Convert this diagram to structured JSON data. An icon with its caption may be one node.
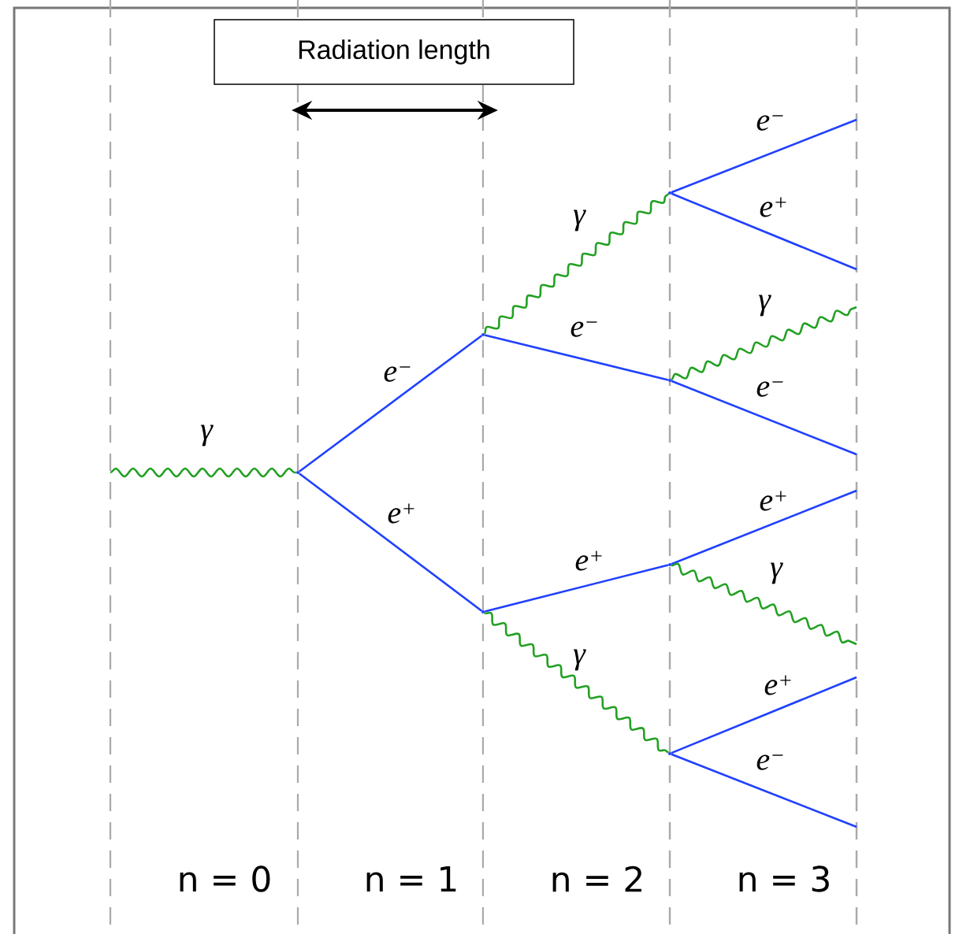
{
  "diagram": {
    "nodes": [
      {
        "text": [
          "Radiation length"
        ]
      },
      {
        "text": [],
        "shape": "point"
      },
      {
        "text": [],
        "shape": "point"
      },
      {
        "text": [],
        "shape": "point"
      },
      {
        "text": [],
        "shape": "point"
      },
      {
        "text": [],
        "shape": "point"
      },
      {
        "text": [],
        "shape": "point"
      },
      {
        "text": [],
        "shape": "point"
      }
    ],
    "edges": [
      {
        "from": null,
        "to": 1,
        "arrow": "none",
        "label": "γ",
        "color": "#22a022"
      },
      {
        "from": 1,
        "to": 2,
        "arrow": "none",
        "label": "e$^{−}$"
      },
      {
        "from": 1,
        "to": 3,
        "arrow": "none",
        "label": "e$^{+}$"
      },
      {
        "from": 2,
        "to": 4,
        "arrow": "none",
        "label": "γ",
        "color": "#22a022"
      },
      {
        "from": 2,
        "to": 5,
        "arrow": "none",
        "label": "e$^{−}$"
      },
      {
        "from": 3,
        "to": 6,
        "arrow": "none",
        "label": "e$^{+}$"
      },
      {
        "from": 3,
        "to": 7,
        "arrow": "none",
        "label": "γ",
        "color": "#22a022"
      },
      {
        "from": 4,
        "to": null,
        "arrow": "none",
        "label": "e$^{−}$"
      },
      {
        "from": 4,
        "to": null,
        "arrow": "none",
        "label": "e$^{+}$"
      },
      {
        "from": 5,
        "to": null,
        "arrow": "none",
        "label": "γ",
        "color": "#22a022"
      },
      {
        "from": 5,
        "to": null,
        "arrow": "none",
        "label": "e$^{−}$"
      },
      {
        "from": 6,
        "to": null,
        "arrow": "none",
        "label": "e$^{+}$"
      },
      {
        "from": 6,
        "to": null,
        "arrow": "none",
        "label": "γ",
        "color": "#22a022"
      },
      {
        "from": 7,
        "to": null,
        "arrow": "none",
        "label": "e$^{+}$"
      },
      {
        "from": 7,
        "to": null,
        "arrow": "none",
        "label": "e$^{−}$"
      }
    ],
    "labels": [
      "n = 0",
      "n = 1",
      "n = 2",
      "n = 3"
    ]
  }
}
